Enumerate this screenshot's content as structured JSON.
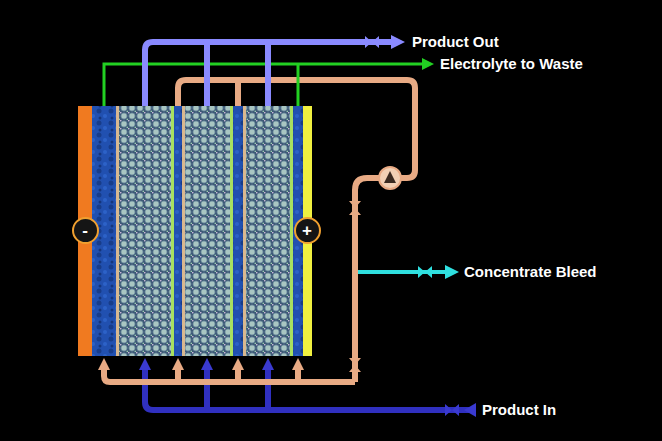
{
  "diagram": {
    "nodes": [
      {
        "text": [
          "-"
        ]
      },
      {
        "text": [
          "+"
        ]
      }
    ],
    "labels": [
      "Product Out",
      "Electrolyte to Waste",
      "Concentrate Bleed",
      "Product In"
    ]
  }
}
